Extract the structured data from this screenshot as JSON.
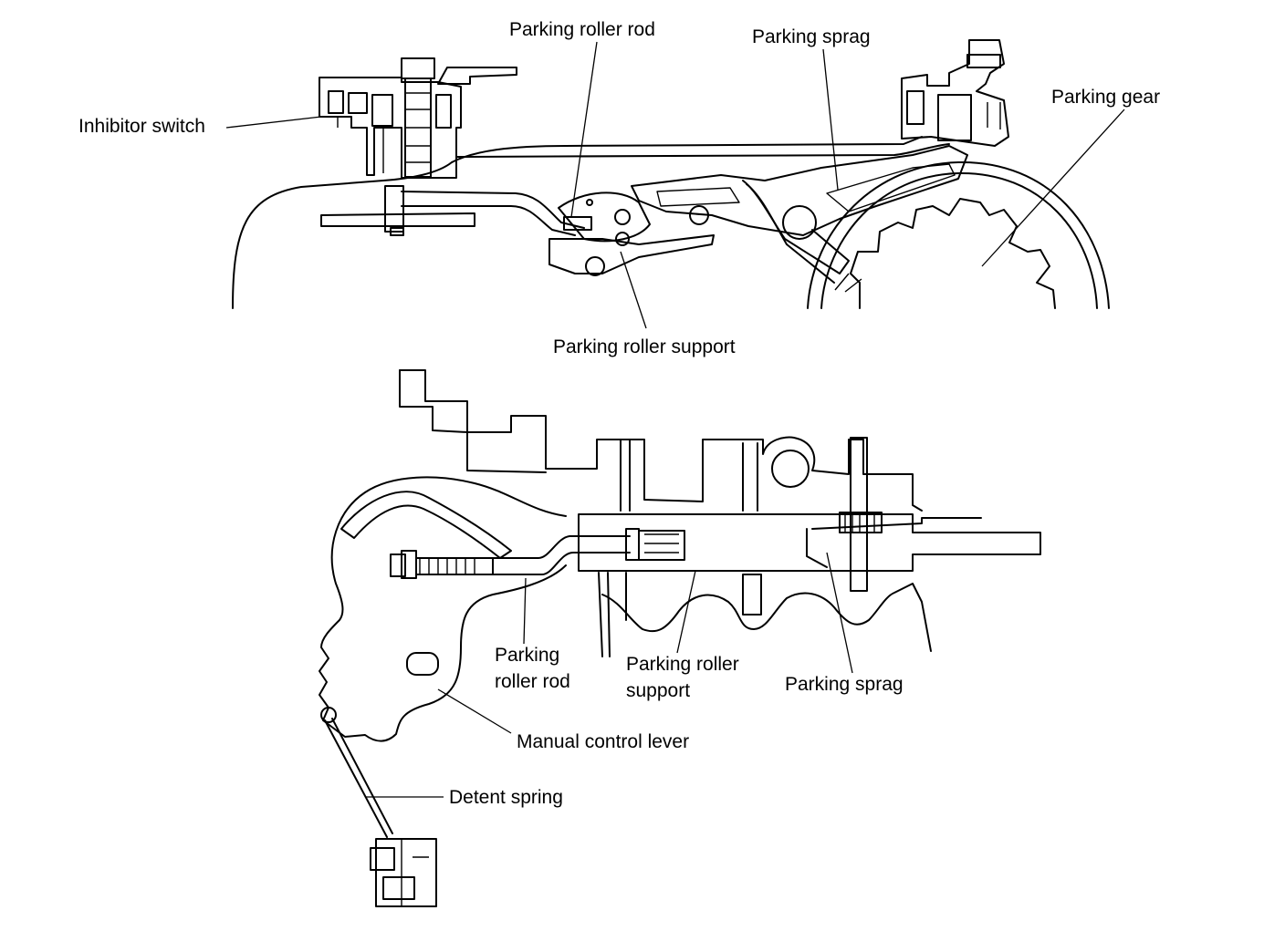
{
  "top_view": {
    "inhibitor_switch": "Inhibitor switch",
    "parking_roller_rod": "Parking roller rod",
    "parking_sprag": "Parking sprag",
    "parking_gear": "Parking gear",
    "parking_roller_support": "Parking roller support"
  },
  "bottom_view": {
    "parking_roller_rod_l1": "Parking",
    "parking_roller_rod_l2": "roller rod",
    "parking_roller_support_l1": "Parking roller",
    "parking_roller_support_l2": "support",
    "parking_sprag": "Parking sprag",
    "manual_control_lever": "Manual control lever",
    "detent_spring": "Detent spring"
  }
}
